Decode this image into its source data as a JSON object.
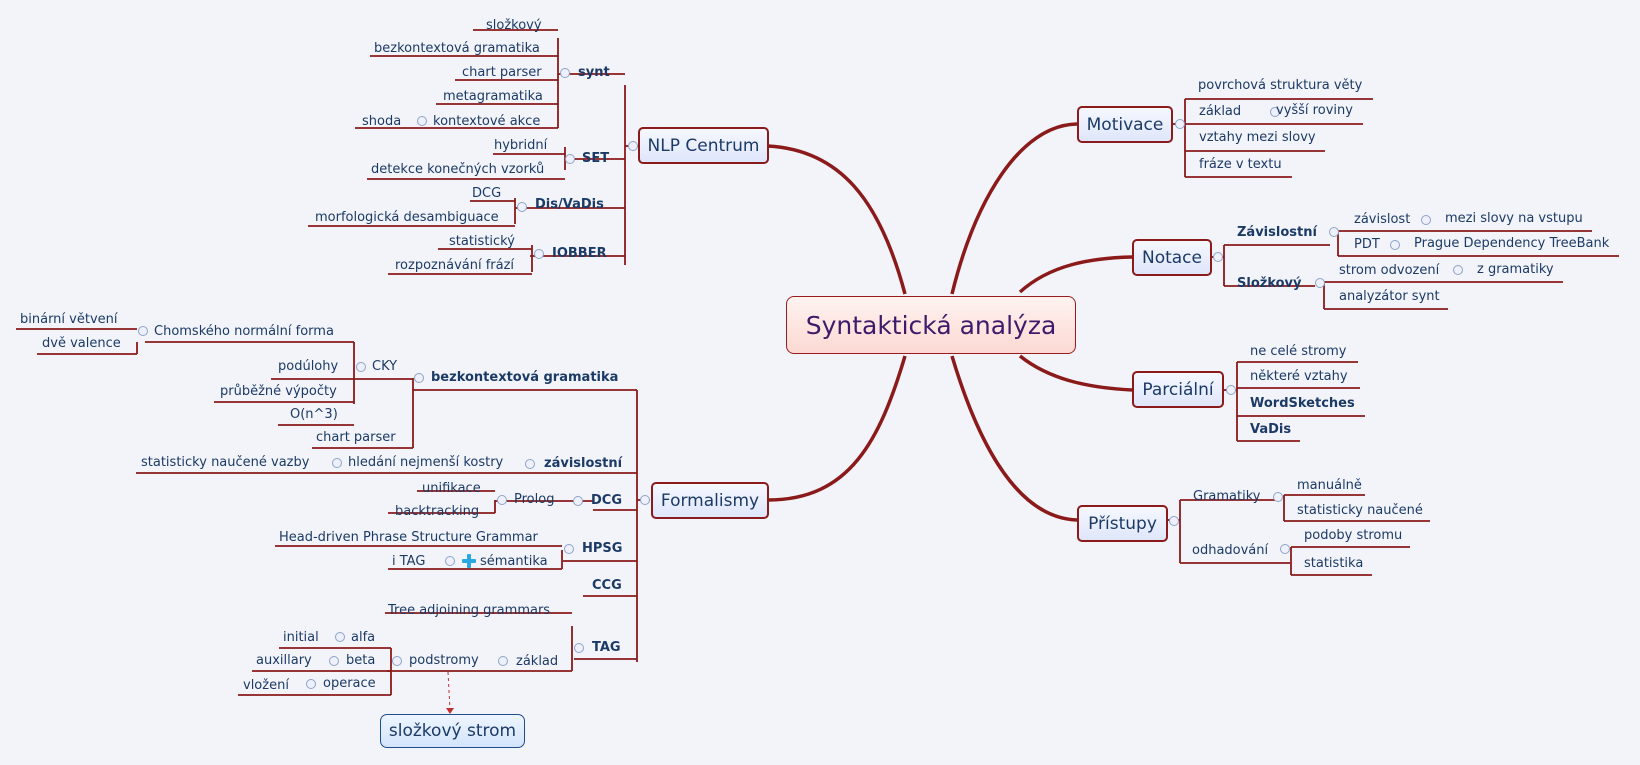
{
  "central": "Syntaktická analýza",
  "branches": {
    "nlp_centrum": {
      "label": "NLP Centrum",
      "synt": {
        "label": "synt",
        "items": [
          "složkový",
          "bezkontextová gramatika",
          "chart parser",
          "metagramatika",
          "kontextové akce",
          "shoda"
        ]
      },
      "set": {
        "label": "SET",
        "items": [
          "hybridní",
          "detekce konečných vzorků"
        ]
      },
      "disvadis": {
        "label": "Dis/VaDis",
        "items": [
          "DCG",
          "morfologická desambiguace"
        ]
      },
      "iobber": {
        "label": "IOBBER",
        "items": [
          "statistický",
          "rozpoznávání frází"
        ]
      }
    },
    "formalismy": {
      "label": "Formalismy",
      "bkg": {
        "label": "bezkontextová gramatika",
        "cky": "CKY",
        "cnf": "Chomského normální forma",
        "cnf_items": [
          "binární větvení",
          "dvě valence"
        ],
        "cky_items": [
          "podúlohy",
          "průběžné výpočty",
          "O(n^3)"
        ],
        "chart": "chart parser"
      },
      "zav": {
        "label": "závislostní",
        "kostra": "hledání nejmenší kostry",
        "vazby": "statisticky naučené vazby"
      },
      "dcg": {
        "label": "DCG",
        "prolog": "Prolog",
        "items": [
          "unifikace",
          "backtracking"
        ]
      },
      "hpsg": {
        "label": "HPSG",
        "full": "Head-driven Phrase Structure Grammar",
        "semantika": "sémantika",
        "itag": "i TAG"
      },
      "ccg": {
        "label": "CCG"
      },
      "tag": {
        "label": "TAG",
        "tree": "Tree adjoining grammars",
        "zaklad": "základ",
        "podstromy": "podstromy",
        "alfa": "alfa",
        "initial": "initial",
        "beta": "beta",
        "auxillary": "auxillary",
        "operace": "operace",
        "vlozeni": "vložení"
      },
      "float": "složkový strom"
    },
    "motivace": {
      "label": "Motivace",
      "items": [
        "povrchová struktura věty",
        "základ",
        "vyšší roviny",
        "vztahy mezi slovy",
        "fráze v textu"
      ]
    },
    "notace": {
      "label": "Notace",
      "zav": {
        "label": "Závislostní",
        "zavislost": "závislost",
        "mezi": "mezi slovy na vstupu",
        "pdt": "PDT",
        "prague": "Prague Dependency TreeBank"
      },
      "slo": {
        "label": "Složkový",
        "strom": "strom odvození",
        "zgram": "z gramatiky",
        "analyzator": "analyzátor synt"
      }
    },
    "parcialni": {
      "label": "Parciální",
      "items": [
        "ne celé stromy",
        "některé vztahy",
        "WordSketches",
        "VaDis"
      ]
    },
    "pristupy": {
      "label": "Přístupy",
      "gramatiky": {
        "label": "Gramatiky",
        "items": [
          "manuálně",
          "statisticky naučené"
        ]
      },
      "odhad": {
        "label": "odhadování",
        "items": [
          "podoby stromu",
          "statistika"
        ]
      }
    }
  },
  "colors": {
    "link": "#8b1a1a",
    "text": "#1b3a66",
    "central_text": "#3f1a6a",
    "background": "#f3f4f9"
  }
}
